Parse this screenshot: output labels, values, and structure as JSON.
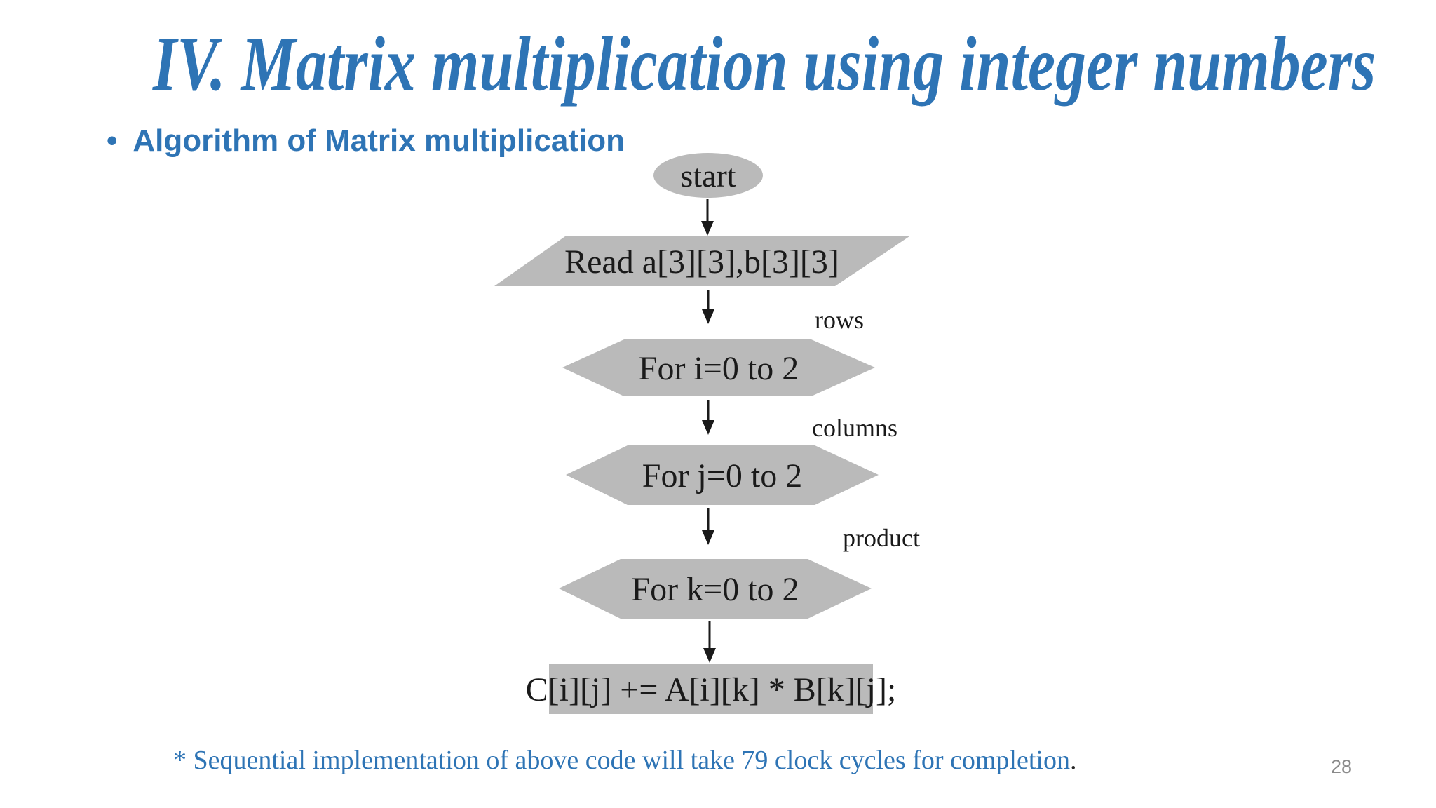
{
  "colors": {
    "accent_blue": "#2E74B5",
    "shape_gray": "#BABABA",
    "diagram_text": "#1A1A1A",
    "page_number_gray": "#8A8A8A",
    "background": "#FFFFFF"
  },
  "header": {
    "title": "IV. Matrix multiplication using integer numbers"
  },
  "body": {
    "bullet_glyph": "•",
    "bullet_text": "Algorithm of Matrix multiplication"
  },
  "flowchart": {
    "start": {
      "label": "start"
    },
    "read": {
      "label": "Read a[3][3],b[3][3]"
    },
    "loop_i": {
      "label": "For i=0 to 2",
      "annotation": "rows"
    },
    "loop_j": {
      "label": "For j=0 to 2",
      "annotation": "columns"
    },
    "loop_k": {
      "label": "For k=0 to 2",
      "annotation": "product"
    },
    "compute": {
      "label": "C[i][j] += A[i][k] * B[k][j];"
    }
  },
  "footer": {
    "note": "* Sequential implementation of above code will take 79 clock cycles for completion",
    "note_period": ".",
    "page_number": "28"
  }
}
